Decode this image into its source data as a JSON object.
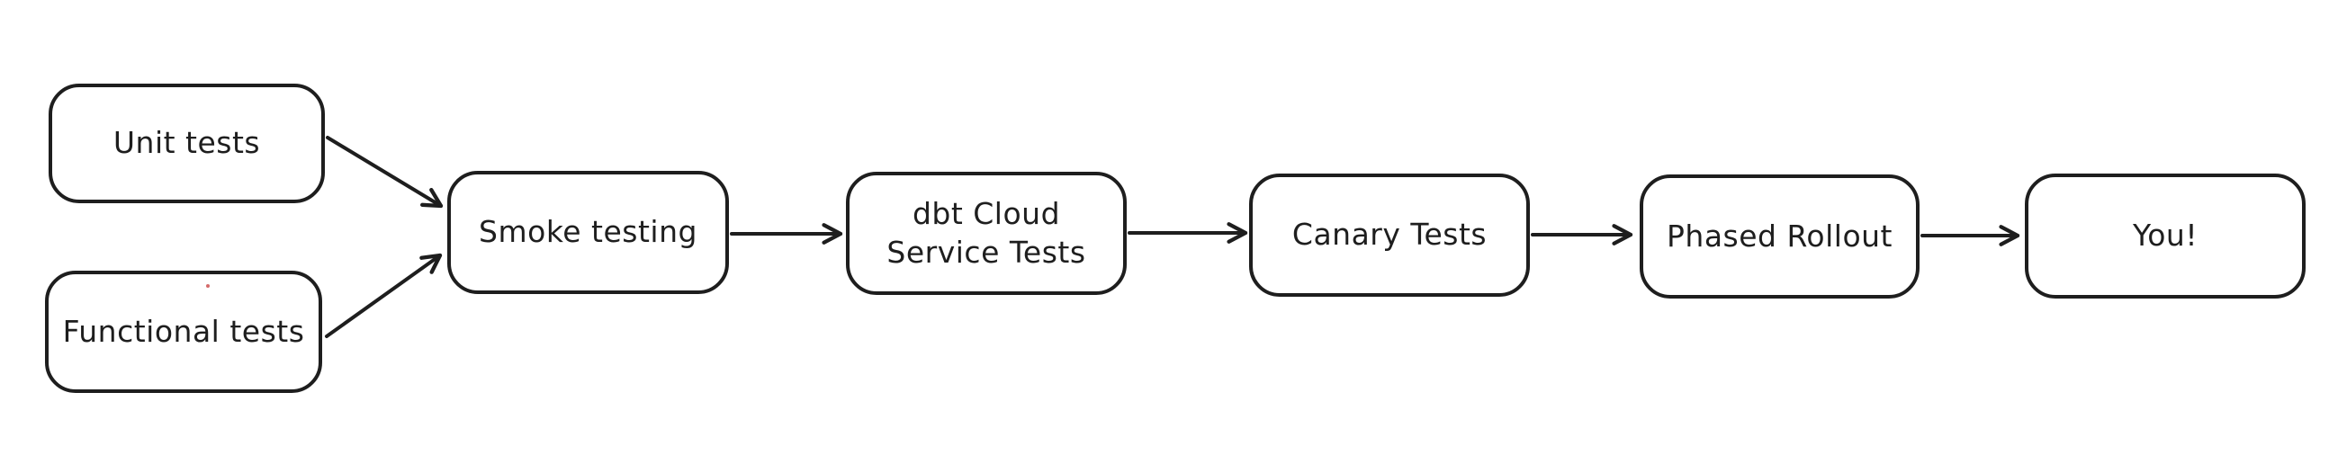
{
  "diagram": {
    "title": "Testing pipeline flowchart",
    "background_color": "#ffffff",
    "stroke_color": "#1e1e1e",
    "node_fill_color": "#ffffff",
    "stray_dot_color": "#d46a6a",
    "nodes": [
      {
        "id": "unit-tests",
        "label": "Unit tests"
      },
      {
        "id": "functional-tests",
        "label": "Functional tests"
      },
      {
        "id": "smoke-testing",
        "label": "Smoke testing"
      },
      {
        "id": "dbt-cloud-service-tests",
        "label": "dbt Cloud\nService Tests"
      },
      {
        "id": "canary-tests",
        "label": "Canary Tests"
      },
      {
        "id": "phased-rollout",
        "label": "Phased Rollout"
      },
      {
        "id": "you",
        "label": "You!"
      }
    ],
    "edges": [
      {
        "from": "unit-tests",
        "to": "smoke-testing"
      },
      {
        "from": "functional-tests",
        "to": "smoke-testing"
      },
      {
        "from": "smoke-testing",
        "to": "dbt-cloud-service-tests"
      },
      {
        "from": "dbt-cloud-service-tests",
        "to": "canary-tests"
      },
      {
        "from": "canary-tests",
        "to": "phased-rollout"
      },
      {
        "from": "phased-rollout",
        "to": "you"
      }
    ]
  }
}
